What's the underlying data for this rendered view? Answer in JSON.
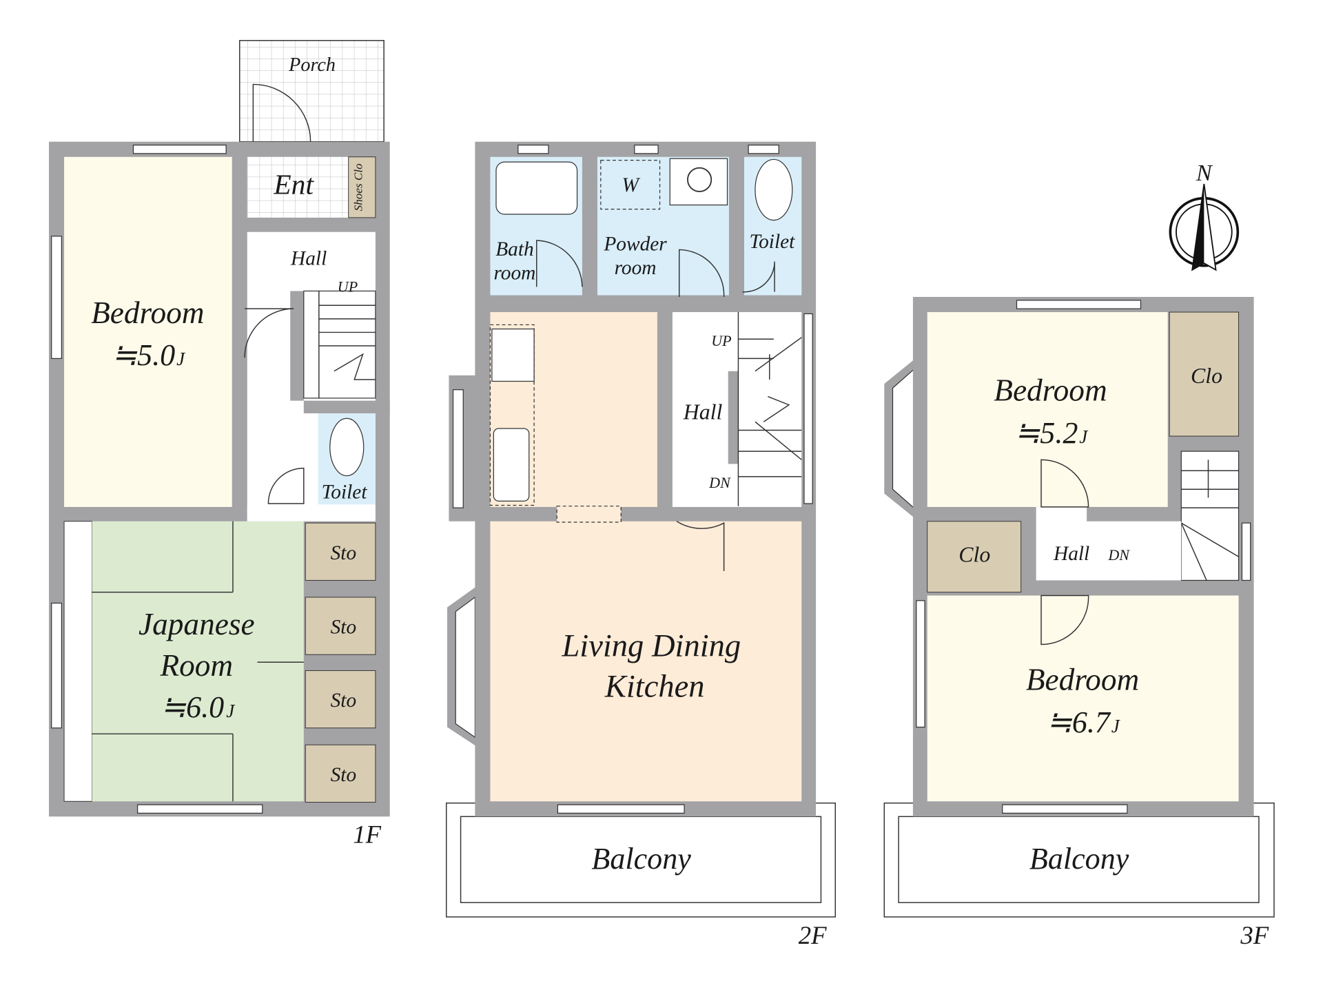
{
  "colors": {
    "wall": "#a3a3a6",
    "bedroom": "#fefbea",
    "japanese_room": "#dcebd0",
    "ldk": "#fdecd8",
    "wet_area": "#d9eef9",
    "storage": "#d8cdb3",
    "hall": "#ffffff"
  },
  "compass": {
    "label": "N"
  },
  "floors": [
    {
      "label": "1F",
      "rooms": {
        "porch": "Porch",
        "entrance": "Ent",
        "shoes_closet": "Shoes Clo",
        "hall": "Hall",
        "stairs_up": "UP",
        "bedroom": {
          "name": "Bedroom",
          "area": "≒5.0",
          "unit": "J"
        },
        "toilet": "Toilet",
        "japanese_room": {
          "name_line1": "Japanese",
          "name_line2": "Room",
          "area": "≒6.0",
          "unit": "J"
        },
        "storage": [
          "Sto",
          "Sto",
          "Sto",
          "Sto"
        ]
      }
    },
    {
      "label": "2F",
      "rooms": {
        "bathroom_line1": "Bath",
        "bathroom_line2": "room",
        "washer": "W",
        "powder_line1": "Powder",
        "powder_line2": "room",
        "toilet": "Toilet",
        "hall": "Hall",
        "stairs_up": "UP",
        "stairs_down": "DN",
        "ldk_line1": "Living Dining",
        "ldk_line2": "Kitchen",
        "balcony": "Balcony"
      }
    },
    {
      "label": "3F",
      "rooms": {
        "bedroom_a": {
          "name": "Bedroom",
          "area": "≒5.2",
          "unit": "J"
        },
        "closet_a": "Clo",
        "closet_b": "Clo",
        "hall": "Hall",
        "stairs_down": "DN",
        "bedroom_b": {
          "name": "Bedroom",
          "area": "≒6.7",
          "unit": "J"
        },
        "balcony": "Balcony"
      }
    }
  ]
}
